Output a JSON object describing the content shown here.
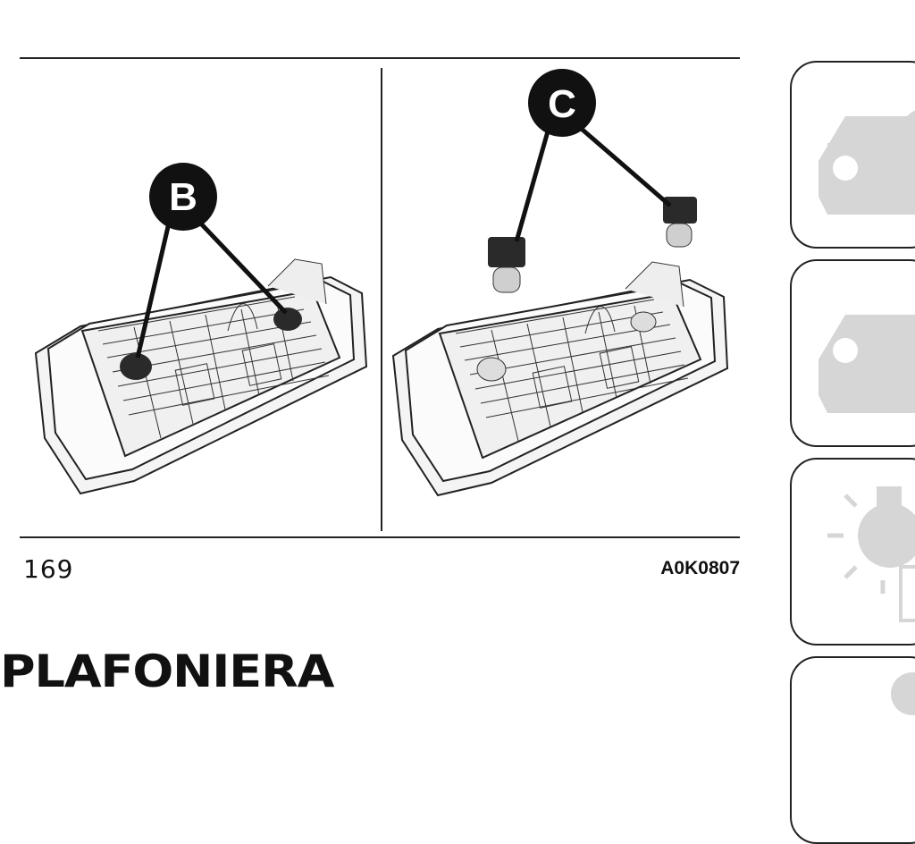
{
  "figure": {
    "number": "169",
    "code": "A0K0807",
    "callouts": {
      "left": "B",
      "right": "C"
    }
  },
  "section": {
    "title": "PLAFONIERA"
  },
  "side_tabs": [
    {
      "icon": "car-with-gauge-icon"
    },
    {
      "icon": "car-icon"
    },
    {
      "icon": "light-bulb-icon"
    },
    {
      "icon": "partial-tab-icon"
    }
  ]
}
